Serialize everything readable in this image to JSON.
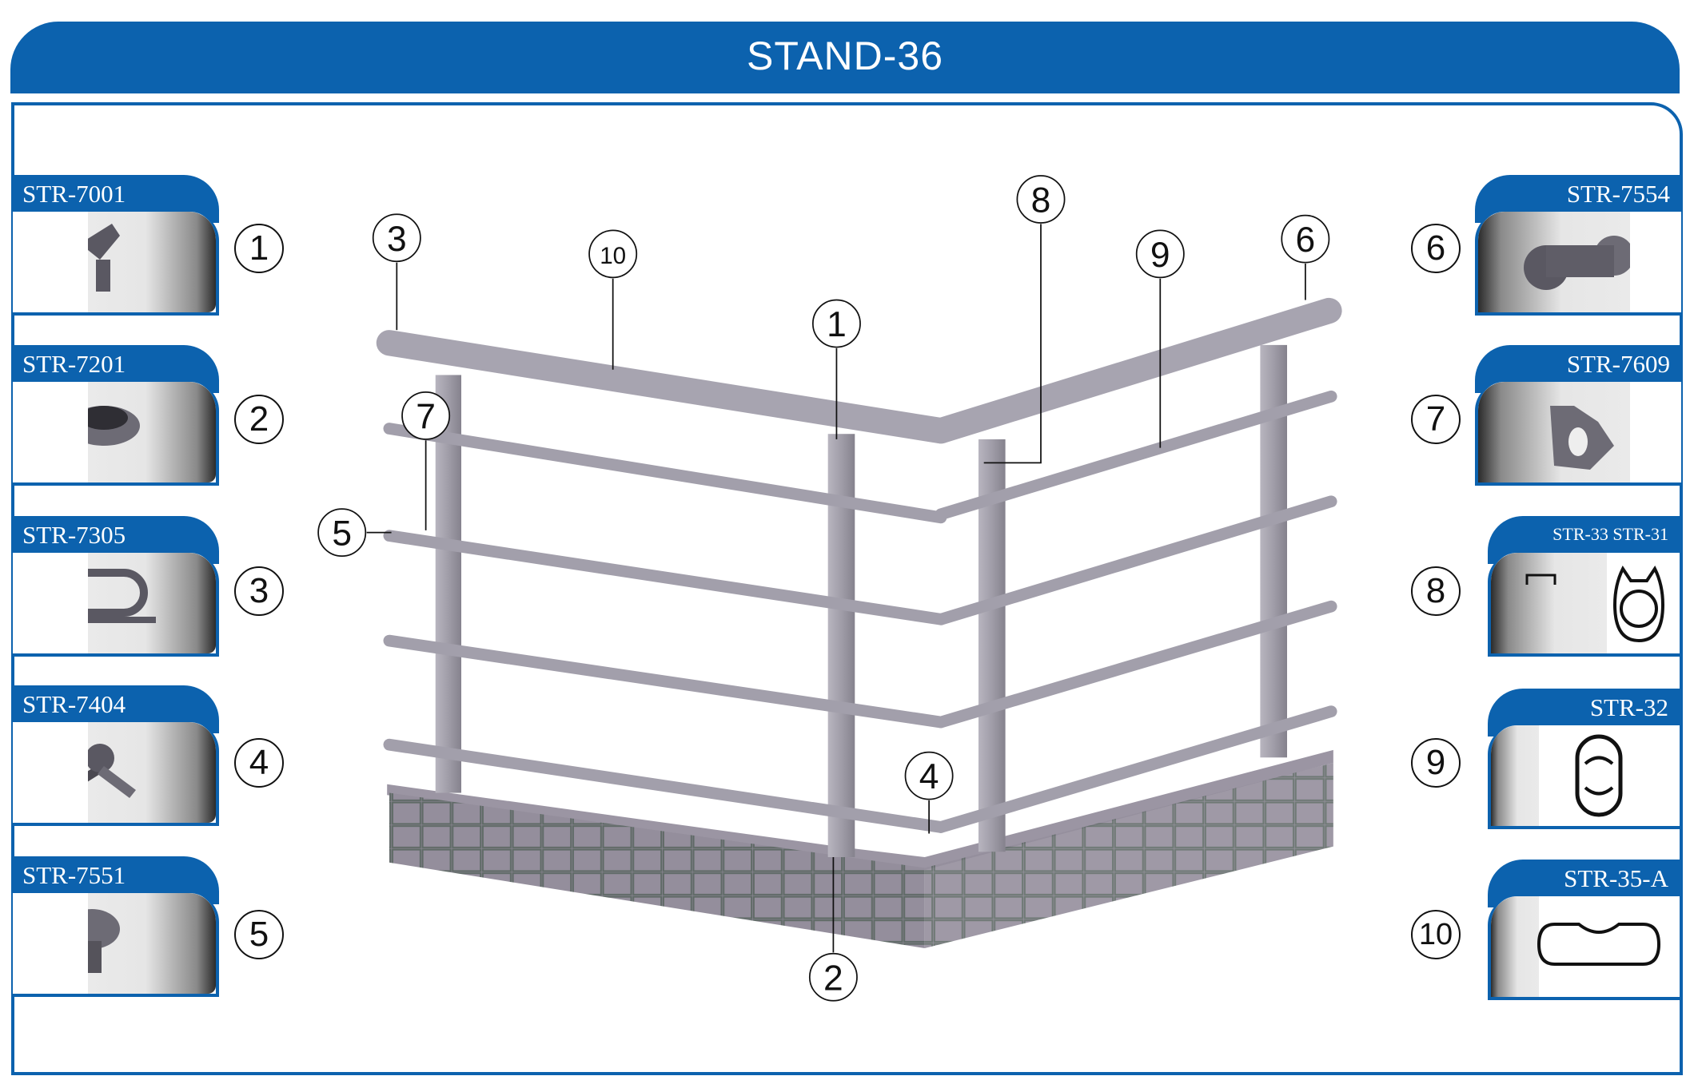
{
  "title": "STAND-36",
  "left_parts": [
    {
      "code": "STR-7001",
      "num": "1",
      "icon": "bracket-connector"
    },
    {
      "code": "STR-7201",
      "num": "2",
      "icon": "oval-base-cap"
    },
    {
      "code": "STR-7305",
      "num": "3",
      "icon": "oval-end-bracket"
    },
    {
      "code": "STR-7404",
      "num": "4",
      "icon": "tee-connector"
    },
    {
      "code": "STR-7551",
      "num": "5",
      "icon": "end-cap"
    }
  ],
  "right_parts": [
    {
      "code": "STR-7554",
      "num": "6",
      "icon": "rail-end-cap"
    },
    {
      "code": "STR-7609",
      "num": "7",
      "icon": "rail-clamp"
    },
    {
      "code": "STR-33  STR-31",
      "num": "8",
      "icon": "profile-section"
    },
    {
      "code": "STR-32",
      "num": "9",
      "icon": "tube-profile"
    },
    {
      "code": "STR-35-A",
      "num": "10",
      "icon": "handrail-profile"
    }
  ],
  "callouts": [
    "3",
    "10",
    "1",
    "8",
    "9",
    "6",
    "7",
    "5",
    "4",
    "2"
  ],
  "colors": {
    "brand": "#0c62ae",
    "metal": "#a3a0ab",
    "stone": "#8d8795"
  }
}
